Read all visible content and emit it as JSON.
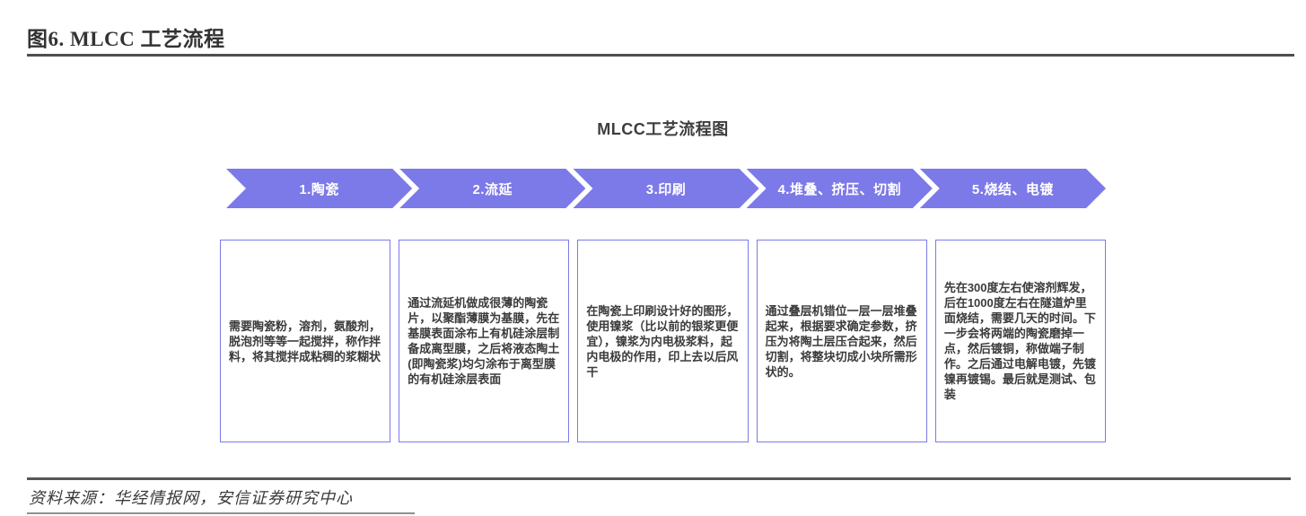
{
  "figure": {
    "title": "图6. MLCC 工艺流程",
    "source": "资料来源：华经情报网，安信证券研究中心"
  },
  "diagram": {
    "title": "MLCC工艺流程图",
    "steps": [
      {
        "label": "1.陶瓷",
        "description": "需要陶瓷粉，溶剂，氨酸剂，脱泡剂等等一起搅拌，称作拌料，将其搅拌成粘稠的浆糊状"
      },
      {
        "label": "2.流延",
        "description": "通过流延机做成很薄的陶瓷片，以聚酯薄膜为基膜，先在基膜表面涂布上有机硅涂层制备成离型膜，之后将液态陶土(即陶瓷浆)均匀涂布于离型膜的有机硅涂层表面"
      },
      {
        "label": "3.印刷",
        "description": "在陶瓷上印刷设计好的图形，使用镍浆（比以前的银浆更便宜），镍浆为内电极浆料，起内电极的作用，印上去以后风干"
      },
      {
        "label": "4.堆叠、挤压、切割",
        "description": "通过叠层机错位一层一层堆叠起来，根据要求确定参数，挤压为将陶土层压合起来，然后切割，将整块切成小块所需形状的。"
      },
      {
        "label": "5.烧结、电镀",
        "description": "先在300度左右使溶剂辉发，后在1000度左右在隧道炉里面烧结，需要几天的时间。下一步会将两端的陶瓷磨掉一点，然后镀铜，称做端子制作。之后通过电解电镀，先镀镍再镀锡。最后就是测试、包装"
      }
    ]
  },
  "colors": {
    "chevron_fill": "#7c79e8",
    "box_border": "#7b7ae8",
    "rule": "#4f4f4f",
    "chevron_text": "#ffffff",
    "body_text": "#3b3b3b"
  }
}
